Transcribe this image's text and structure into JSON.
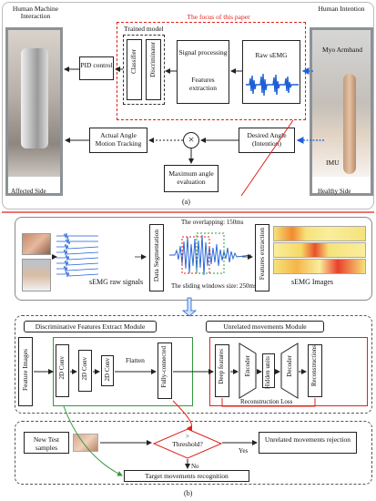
{
  "top": {
    "human_machine_label": "Human  Machine Interaction",
    "human_intention_label": "Human Intention",
    "focus_title": "The focus of this paper",
    "trained_model": "Trained model",
    "classifier": "Classifier",
    "discriminator": "Discriminator",
    "signal_processing": "Signal processing",
    "features_extraction": "Features extraction",
    "raw_semg": "Raw sEMG",
    "myo_armband": "Myo Armband",
    "pid_control": "PID control",
    "actual_angle": "Actual Angle Motion Tracking",
    "desired_angle": "Desired Angle (Intention)",
    "max_angle": "Maximum angle evaluation",
    "imu": "IMU",
    "affected_side": "Affected Side",
    "healthy_side": "Healthy Side",
    "panel_label": "(a)"
  },
  "pipeline": {
    "raw_signals": "sEMG raw signals",
    "data_segmentation": "Data Segmentation",
    "overlapping": "The overlapping: 150ms",
    "sliding_window": "The sliding windows size: 250ms",
    "features_extraction": "Features extraction",
    "semg_images": "sEMG Images"
  },
  "module_a": {
    "title": "Discriminative Features Extract Module",
    "feature_images": "Feature Images",
    "conv1": "2D Conv",
    "conv2": "2D Conv",
    "conv3": "2D Conv",
    "flatten": "Flatten",
    "fully_connected": "Fully-connected"
  },
  "module_b": {
    "title": "Unrelated movements Module",
    "deep_features": "Deep features",
    "encoder": "Encoder",
    "hidden_units": "Hidden units",
    "decoder": "Decoder",
    "reconstructions": "Reconstructions",
    "loss": "Reconstruction Loss"
  },
  "bottom": {
    "new_test": "New Test samples",
    "threshold": "Threshold?",
    "gt": ">",
    "yes": "Yes",
    "no": "No",
    "unrelated_rejection": "Unrelated movements rejection",
    "target_recognition": "Target movements recognition",
    "panel_label": "(b)"
  },
  "colors": {
    "red": "#e0211b",
    "green": "#2e9b3a",
    "blue": "#1f5fd6",
    "gray_frame": "#8c9296"
  }
}
